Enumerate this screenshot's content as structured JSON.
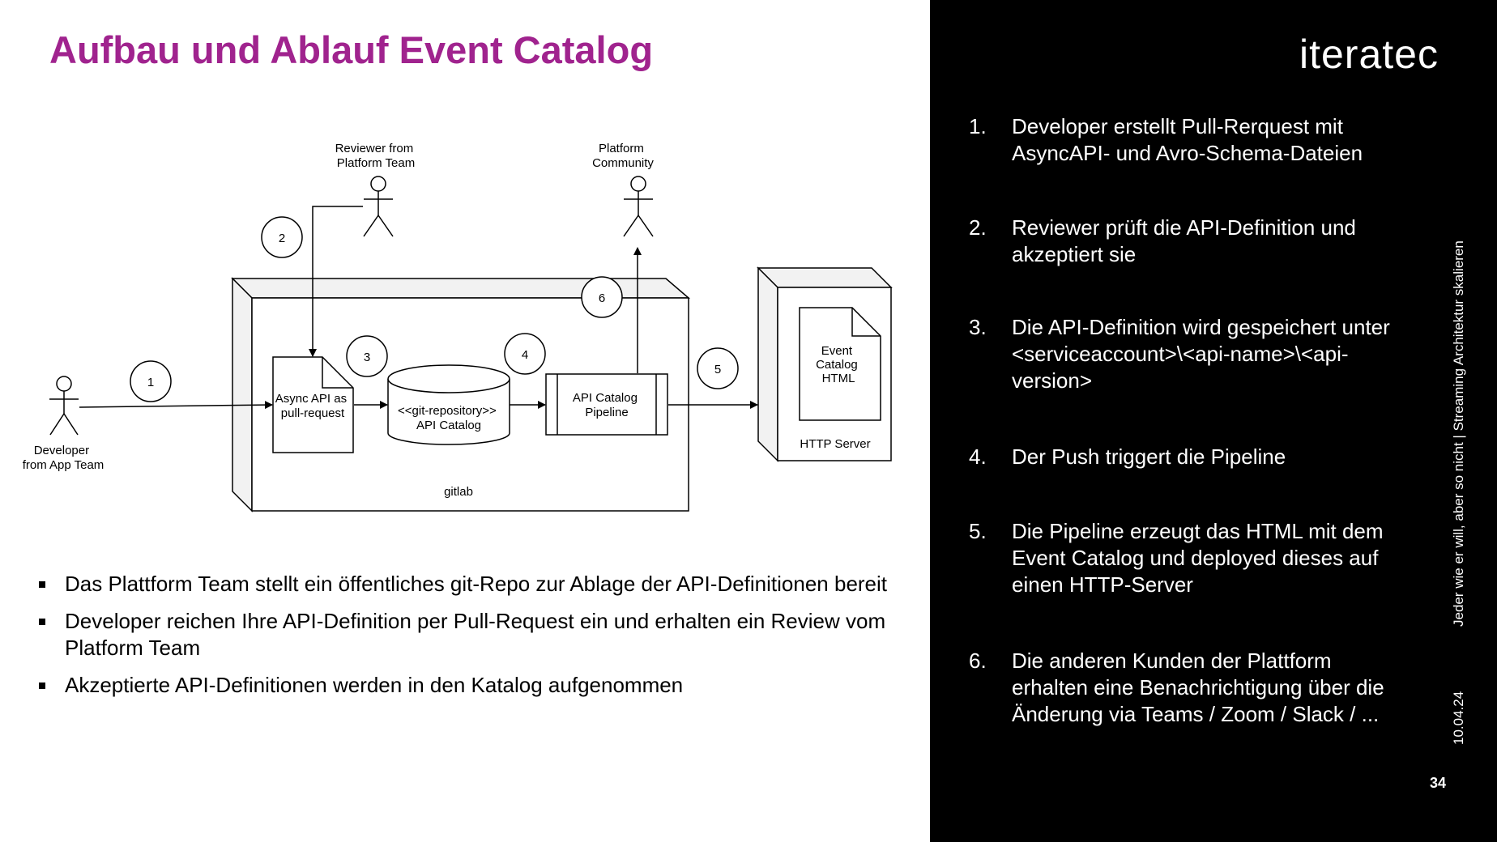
{
  "slide": {
    "title": "Aufbau und Ablauf Event Catalog",
    "logo": "iteratec",
    "side_text": "Jeder wie er will, aber so nicht | Streaming Architektur skalieren",
    "date": "10.04.24",
    "page_number": "34"
  },
  "diagram": {
    "actors": {
      "developer": [
        "Developer",
        "from App Team"
      ],
      "reviewer": [
        "Reviewer from",
        "Platform Team"
      ],
      "community": [
        "Platform",
        "Community"
      ]
    },
    "step_markers": [
      "1",
      "2",
      "3",
      "4",
      "5",
      "6"
    ],
    "nodes": {
      "pull_request": [
        "Async API as",
        "pull-request"
      ],
      "repository": [
        "<<git-repository>>",
        "API Catalog"
      ],
      "pipeline": [
        "API Catalog",
        "Pipeline"
      ],
      "gitlab": "gitlab",
      "event_catalog": [
        "Event",
        "Catalog",
        "HTML"
      ],
      "http_server": "HTTP Server"
    }
  },
  "steps": [
    {
      "number": "1.",
      "text": "Developer erstellt Pull-Rerquest mit AsyncAPI- und Avro-Schema-Dateien"
    },
    {
      "number": "2.",
      "text": "Reviewer prüft die API-Definition und akzeptiert sie"
    },
    {
      "number": "3.",
      "text": "Die API-Definition wird gespeichert unter <serviceaccount>\\<api-name>\\<api-version>"
    },
    {
      "number": "4.",
      "text": "Der Push triggert die Pipeline"
    },
    {
      "number": "5.",
      "text": "Die Pipeline erzeugt das HTML mit dem Event Catalog und deployed dieses auf einen HTTP-Server"
    },
    {
      "number": "6.",
      "text": "Die anderen Kunden der Plattform erhalten eine Benachrichtigung über die Änderung via Teams / Zoom / Slack / ..."
    }
  ],
  "bullets": [
    "Das Plattform Team stellt ein öffentliches git-Repo zur Ablage der API-Definitionen bereit",
    "Developer reichen Ihre API-Definition per Pull-Request ein und erhalten ein Review vom Platform Team",
    "Akzeptierte API-Definitionen werden in den Katalog aufgenommen"
  ]
}
